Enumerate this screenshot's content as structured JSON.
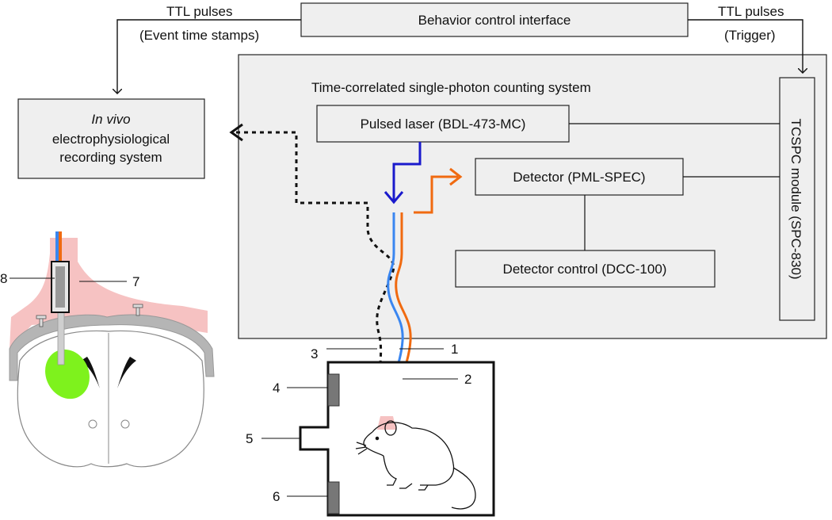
{
  "top": {
    "left_ttl": "TTL pulses",
    "left_event": "(Event time stamps)",
    "behavior_box": "Behavior control interface",
    "right_ttl": "TTL pulses",
    "right_trigger": "(Trigger)"
  },
  "tcspc_panel": {
    "title": "Time-correlated single-photon counting system",
    "laser": "Pulsed laser (BDL-473-MC)",
    "detector": "Detector (PML-SPEC)",
    "detector_control": "Detector control (DCC-100)",
    "module": "TCSPC module (SPC-830)"
  },
  "ephys": {
    "line1_italic": "In vivo",
    "line2": "electrophysiological",
    "line3": "recording system"
  },
  "callouts": {
    "n1": "1",
    "n2": "2",
    "n3": "3",
    "n4": "4",
    "n5": "5",
    "n6": "6",
    "n7": "7",
    "n8": "8"
  },
  "colors": {
    "box_fill": "#efefef",
    "laser_blue": "#1a1acc",
    "fiber_blue": "#3a86f0",
    "fiber_orange": "#f06a10",
    "headcap_pink": "#f6c2c2",
    "gfp_green": "#7ef21d"
  }
}
